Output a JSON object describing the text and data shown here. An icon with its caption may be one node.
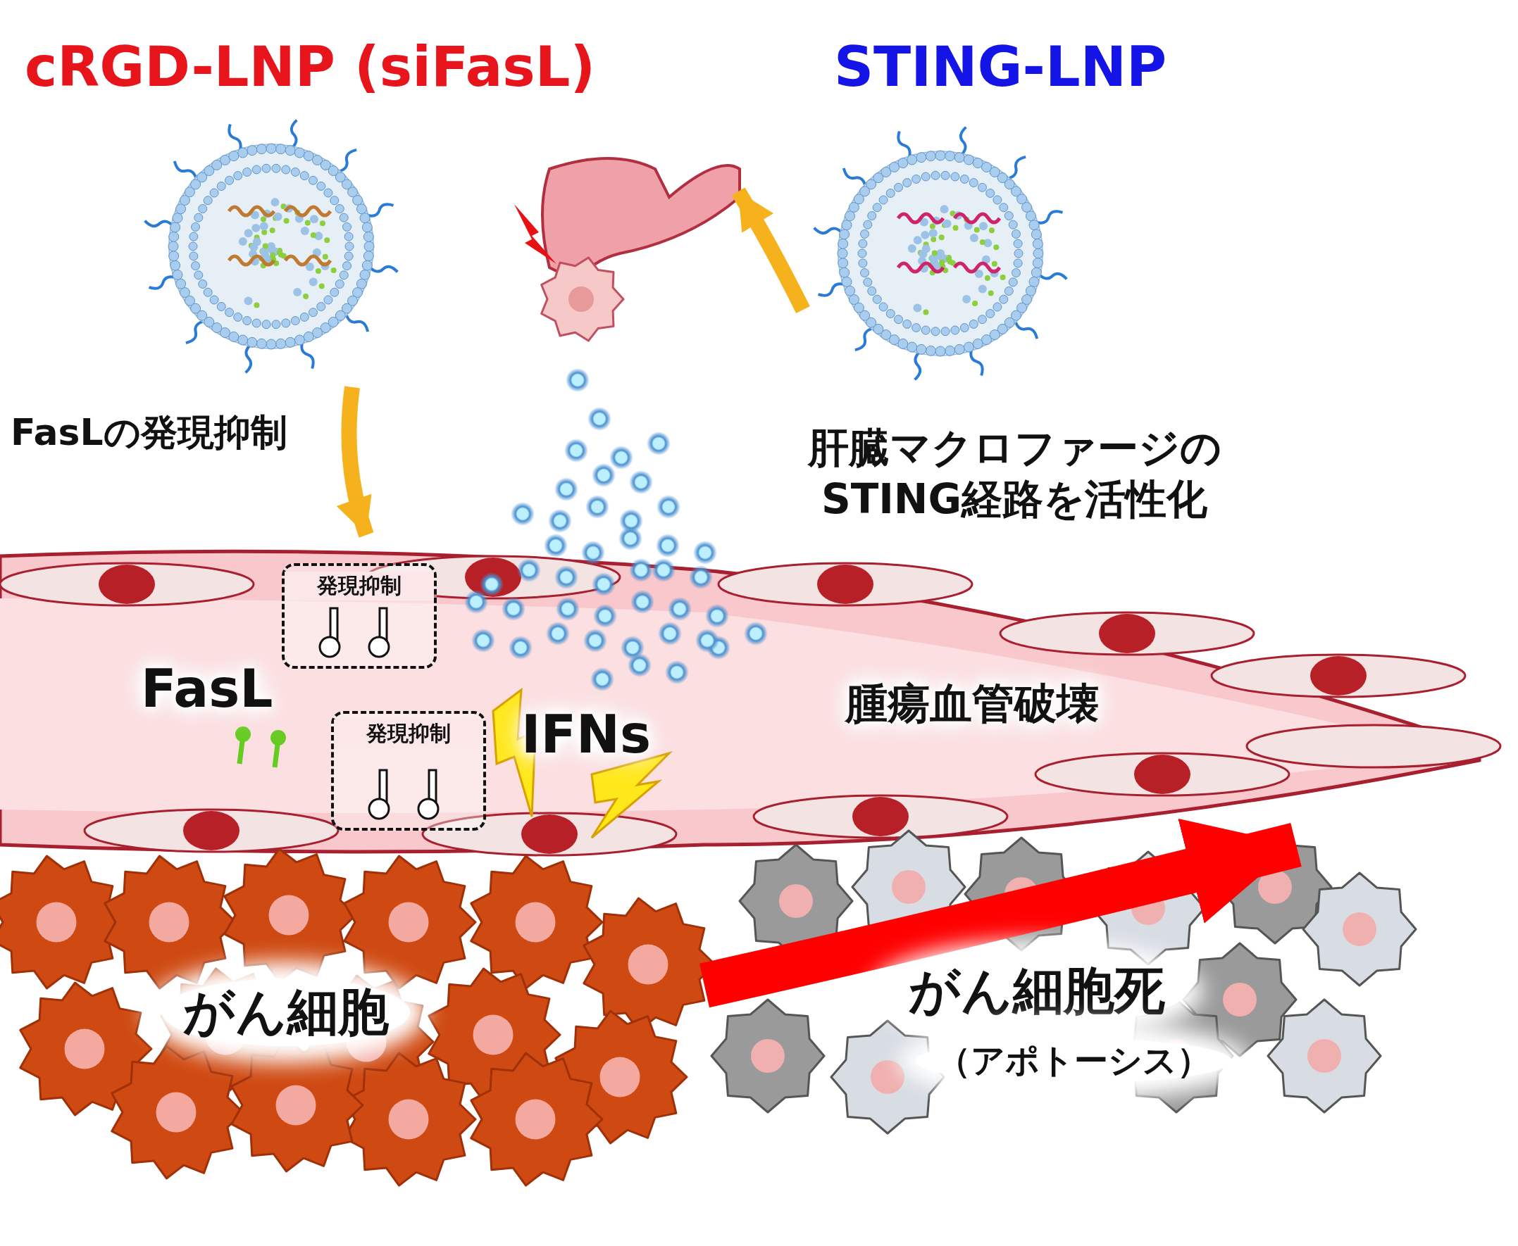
{
  "diagram": {
    "nodes": [
      {
        "text": [
          "cRGD-LNP (siFasL)"
        ]
      },
      {
        "text": [
          "STING-LNP"
        ]
      },
      {
        "text": [],
        "shape": "picture"
      },
      {
        "text": [],
        "shape": "picture"
      },
      {
        "text": [
          "発現抑制"
        ],
        "in": 3
      },
      {
        "text": [
          "発現抑制"
        ],
        "in": 3
      },
      {
        "text": [
          "がん細胞"
        ]
      },
      {
        "text": [
          "がん細胞死",
          "（アポトーシス）"
        ]
      }
    ],
    "edges": [
      {
        "from": 0,
        "to": 3,
        "arrow": "to",
        "label": "FasLの発現抑制"
      },
      {
        "from": 1,
        "to": 2,
        "arrow": "to"
      },
      {
        "from": 6,
        "to": 7,
        "arrow": "to",
        "style": "thick",
        "color": "#ff0000"
      }
    ],
    "labels": [
      "肝臓マクロファージのSTING経路を活性化",
      "FasL",
      "IFNs",
      "腫瘍血管破壊"
    ]
  }
}
